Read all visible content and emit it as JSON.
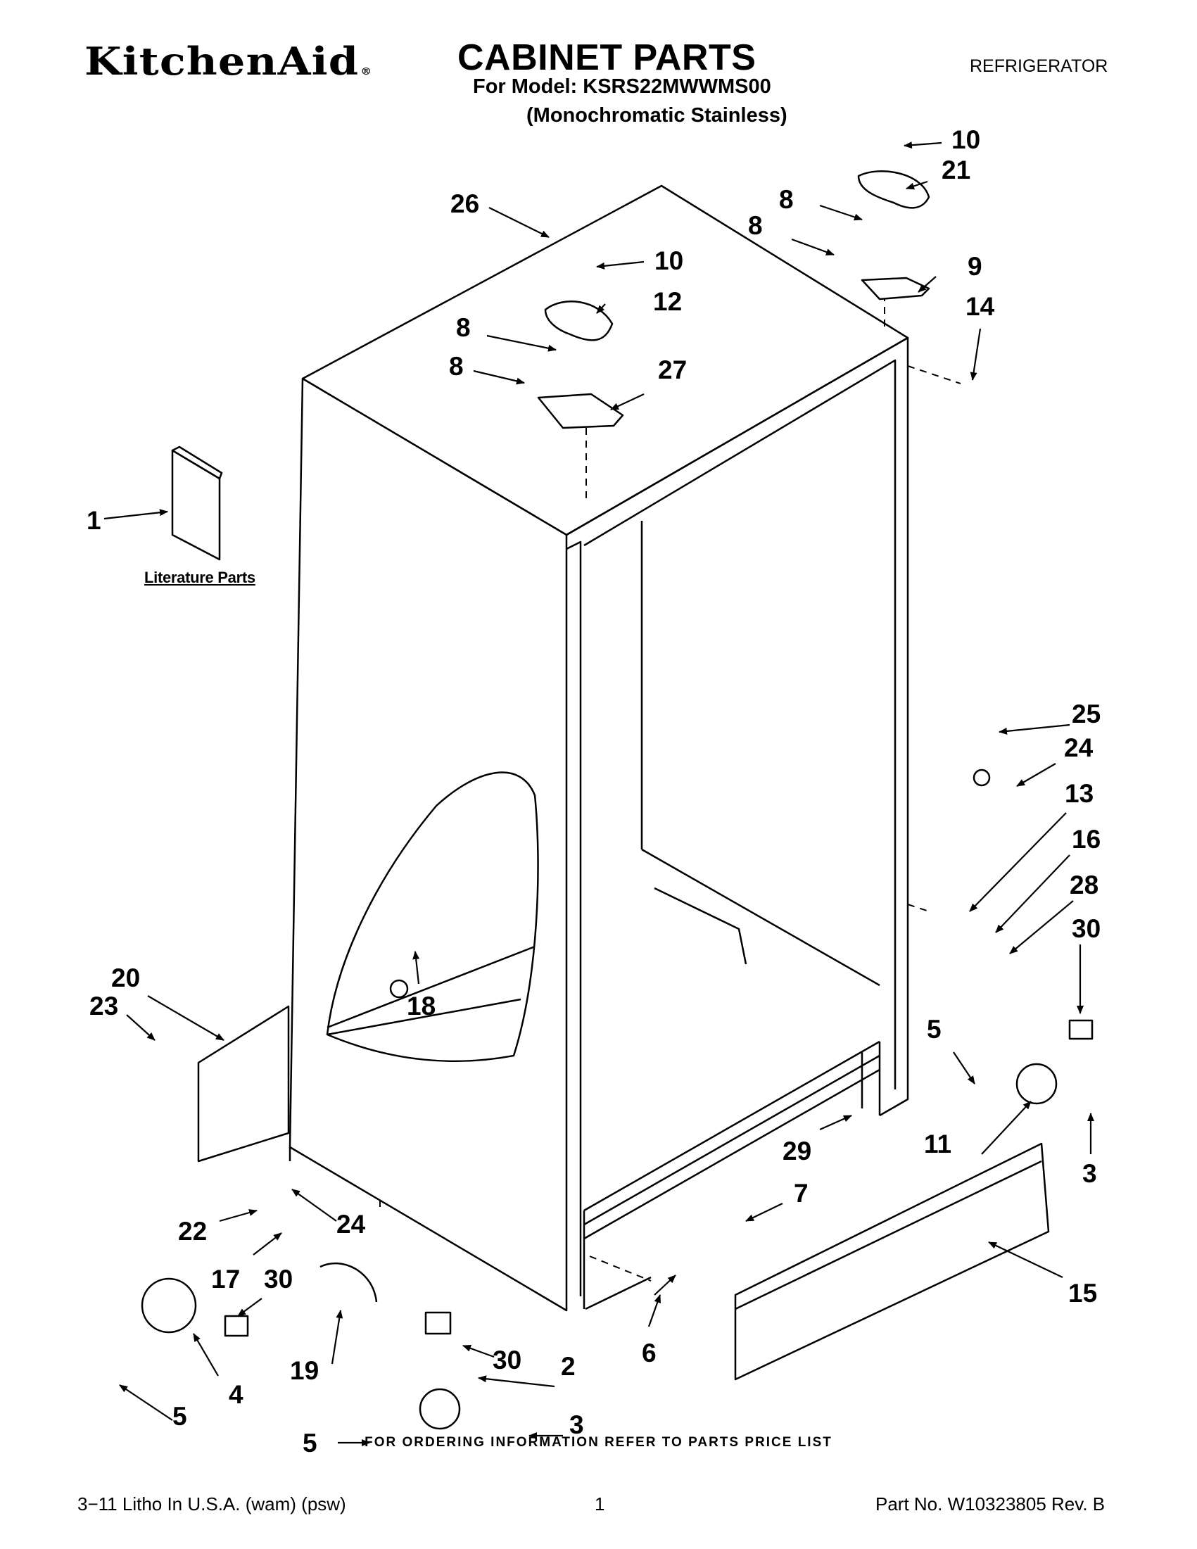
{
  "header": {
    "brand": "KitchenAid",
    "brand_mark": "®",
    "title": "CABINET PARTS",
    "model_line": "For Model: KSRS22MWWMS00",
    "variant_line": "(Monochromatic Stainless)",
    "category": "REFRIGERATOR"
  },
  "diagram": {
    "literature_label": "Literature Parts",
    "callouts": [
      "1",
      "2",
      "3",
      "3",
      "4",
      "5",
      "5",
      "5",
      "6",
      "7",
      "8",
      "8",
      "8",
      "8",
      "9",
      "10",
      "10",
      "11",
      "12",
      "13",
      "14",
      "15",
      "16",
      "17",
      "18",
      "19",
      "20",
      "21",
      "22",
      "23",
      "24",
      "24",
      "25",
      "27",
      "26",
      "28",
      "29",
      "30",
      "30",
      "30"
    ]
  },
  "footer": {
    "ordering_note": "FOR ORDERING INFORMATION REFER TO PARTS PRICE LIST",
    "litho": "3−11 Litho In U.S.A. (wam) (psw)",
    "page": "1",
    "part_no": "Part No. W10323805 Rev. B"
  }
}
